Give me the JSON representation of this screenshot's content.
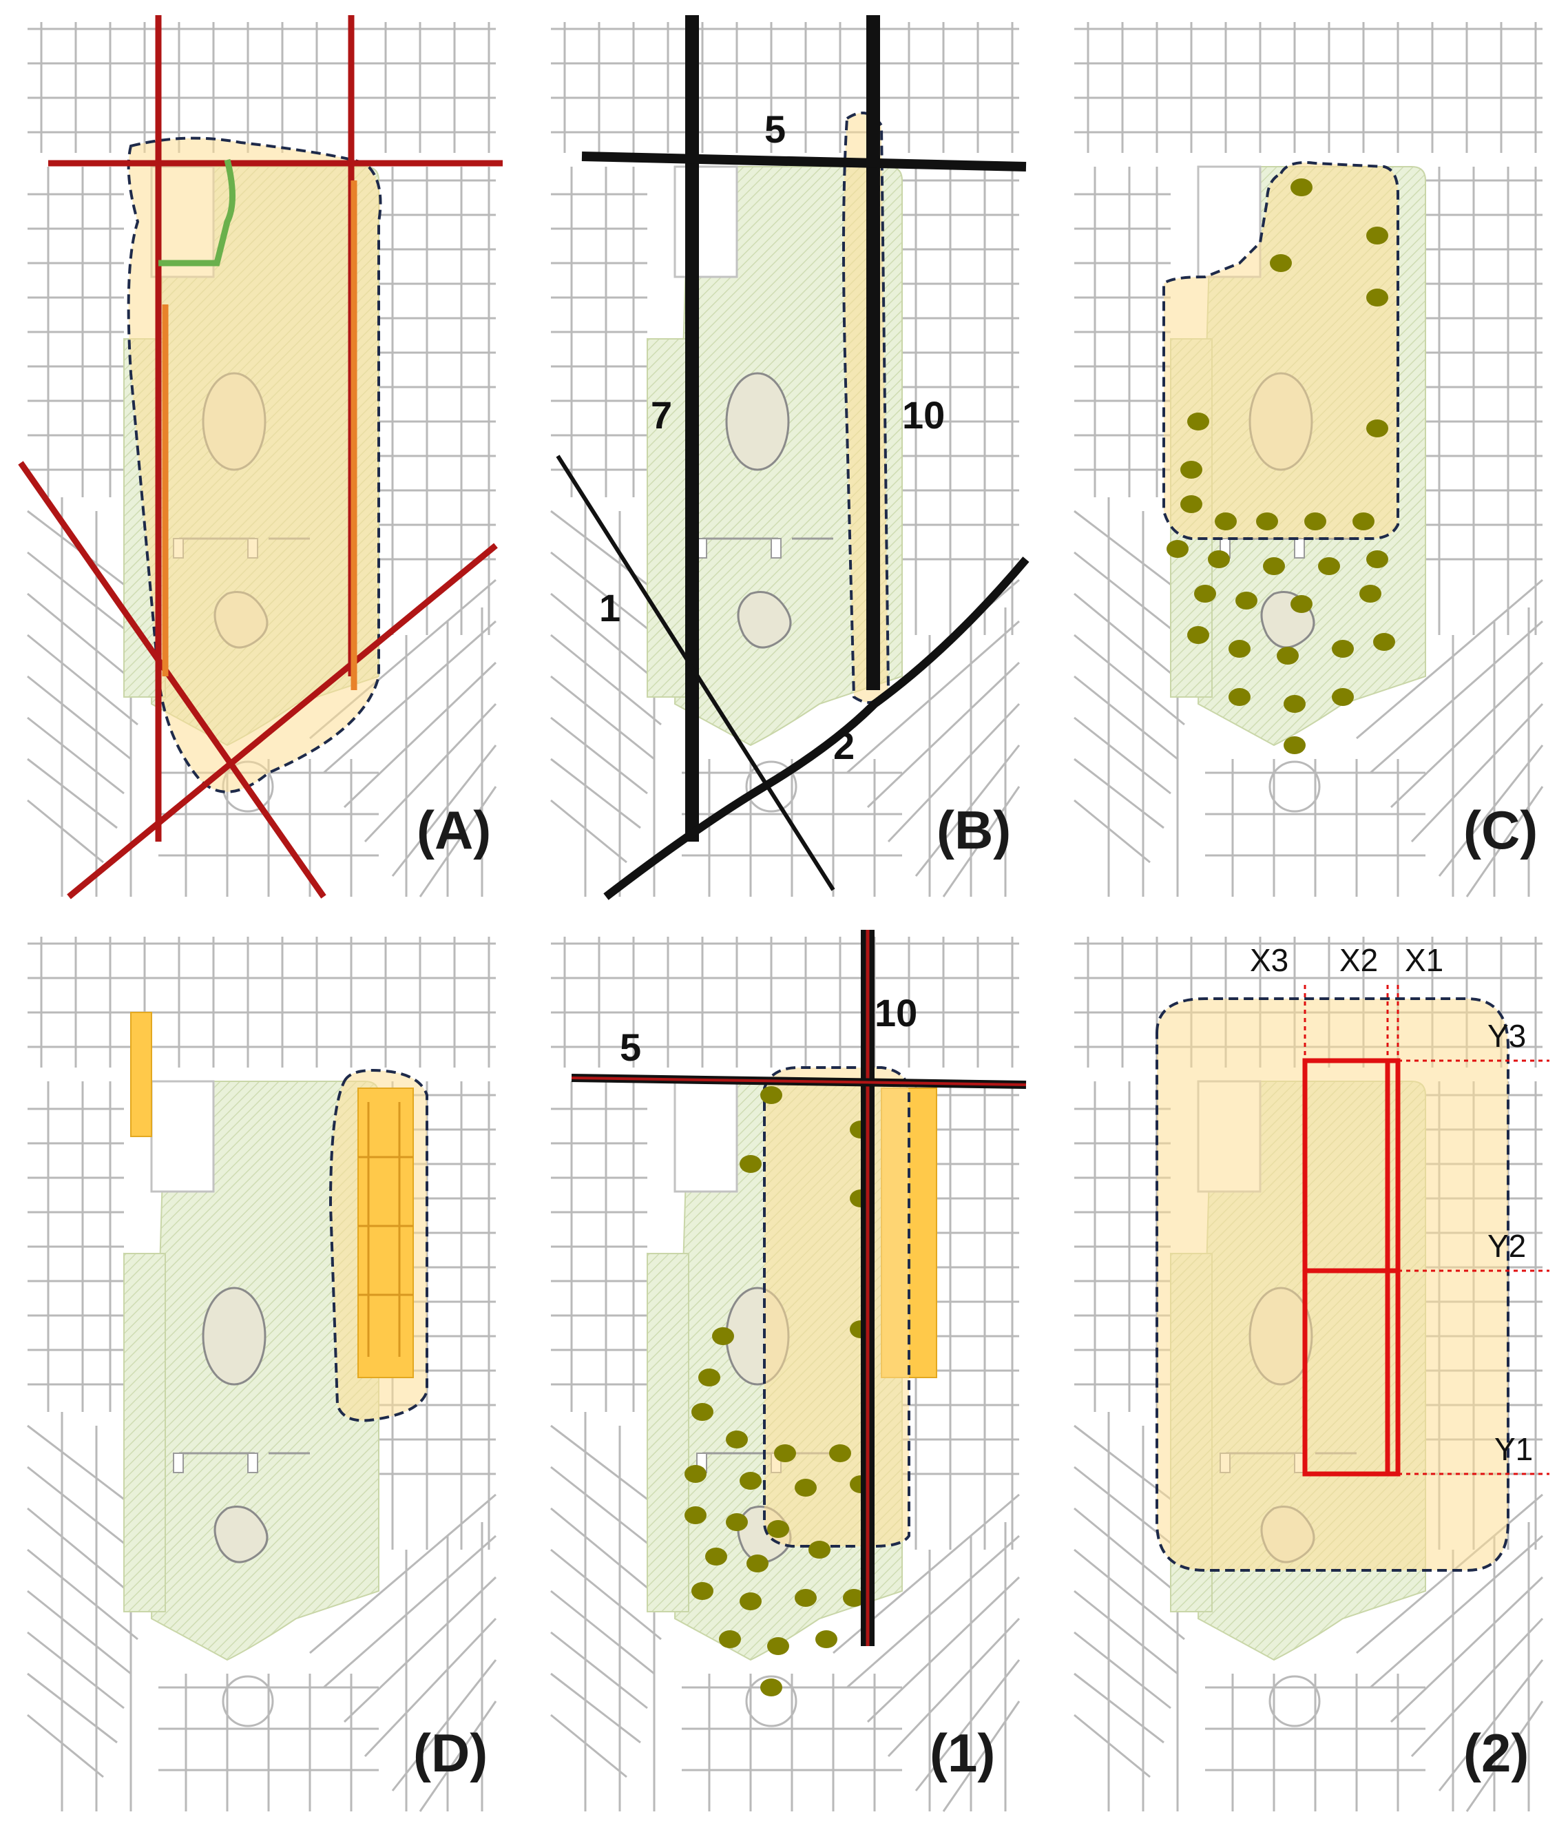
{
  "panels": [
    {
      "id": "A",
      "label": "(A)"
    },
    {
      "id": "B",
      "label": "(B)",
      "road_numbers": [
        "5",
        "7",
        "10",
        "1",
        "2"
      ]
    },
    {
      "id": "C",
      "label": "(C)"
    },
    {
      "id": "D",
      "label": "(D)"
    },
    {
      "id": "E",
      "label": "(1)",
      "road_numbers": [
        "10",
        "5"
      ]
    },
    {
      "id": "F",
      "label": "(2)",
      "grid_labels": {
        "x": [
          "X3",
          "X2",
          "X1"
        ],
        "y": [
          "Y3",
          "Y2",
          "Y1"
        ]
      }
    }
  ],
  "colors": {
    "street": "#b9b9b9",
    "park": "#e6f0d2",
    "zone_fill": "#fdde96",
    "zone_border": "#1e2a4a",
    "red_road": "#b01515",
    "orange_road": "#e8822a",
    "green_edge": "#6ab04c",
    "black_road": "#111111",
    "tree": "#808000",
    "building": "#ffc94a",
    "grid_red": "#e01010"
  }
}
